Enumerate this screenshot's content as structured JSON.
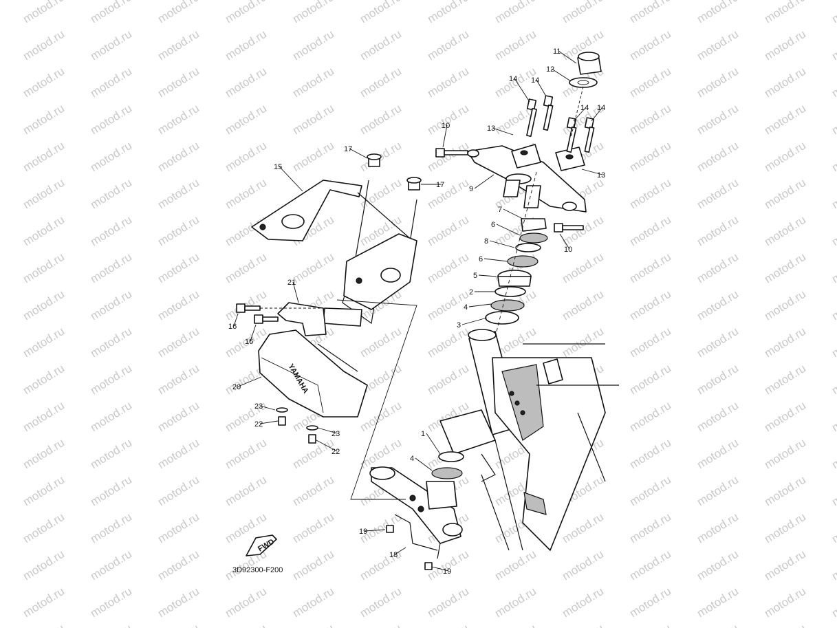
{
  "watermark": {
    "text": "motod.ru"
  },
  "drawing_code": "3D92300-F200",
  "fwd_arrow": {
    "label": "FWD"
  },
  "brand_text": "YAMAHA",
  "callouts": [
    {
      "id": "c11",
      "label": "11"
    },
    {
      "id": "c12",
      "label": "12"
    },
    {
      "id": "c14a",
      "label": "14"
    },
    {
      "id": "c14b",
      "label": "14"
    },
    {
      "id": "c14c",
      "label": "14"
    },
    {
      "id": "c14d",
      "label": "14"
    },
    {
      "id": "c10a",
      "label": "10"
    },
    {
      "id": "c13a",
      "label": "13"
    },
    {
      "id": "c13b",
      "label": "13"
    },
    {
      "id": "c9",
      "label": "9"
    },
    {
      "id": "c7",
      "label": "7"
    },
    {
      "id": "c10b",
      "label": "10"
    },
    {
      "id": "c6a",
      "label": "6"
    },
    {
      "id": "c8",
      "label": "8"
    },
    {
      "id": "c6b",
      "label": "6"
    },
    {
      "id": "c5",
      "label": "5"
    },
    {
      "id": "c2",
      "label": "2"
    },
    {
      "id": "c4a",
      "label": "4"
    },
    {
      "id": "c3",
      "label": "3"
    },
    {
      "id": "c17a",
      "label": "17"
    },
    {
      "id": "c17b",
      "label": "17"
    },
    {
      "id": "c15",
      "label": "15"
    },
    {
      "id": "c21",
      "label": "21"
    },
    {
      "id": "c16a",
      "label": "16"
    },
    {
      "id": "c16b",
      "label": "16"
    },
    {
      "id": "c20",
      "label": "20"
    },
    {
      "id": "c23a",
      "label": "23"
    },
    {
      "id": "c22a",
      "label": "22"
    },
    {
      "id": "c23b",
      "label": "23"
    },
    {
      "id": "c22b",
      "label": "22"
    },
    {
      "id": "c1",
      "label": "1"
    },
    {
      "id": "c4b",
      "label": "4"
    },
    {
      "id": "c19a",
      "label": "19"
    },
    {
      "id": "c18",
      "label": "18"
    },
    {
      "id": "c19b",
      "label": "19"
    }
  ]
}
